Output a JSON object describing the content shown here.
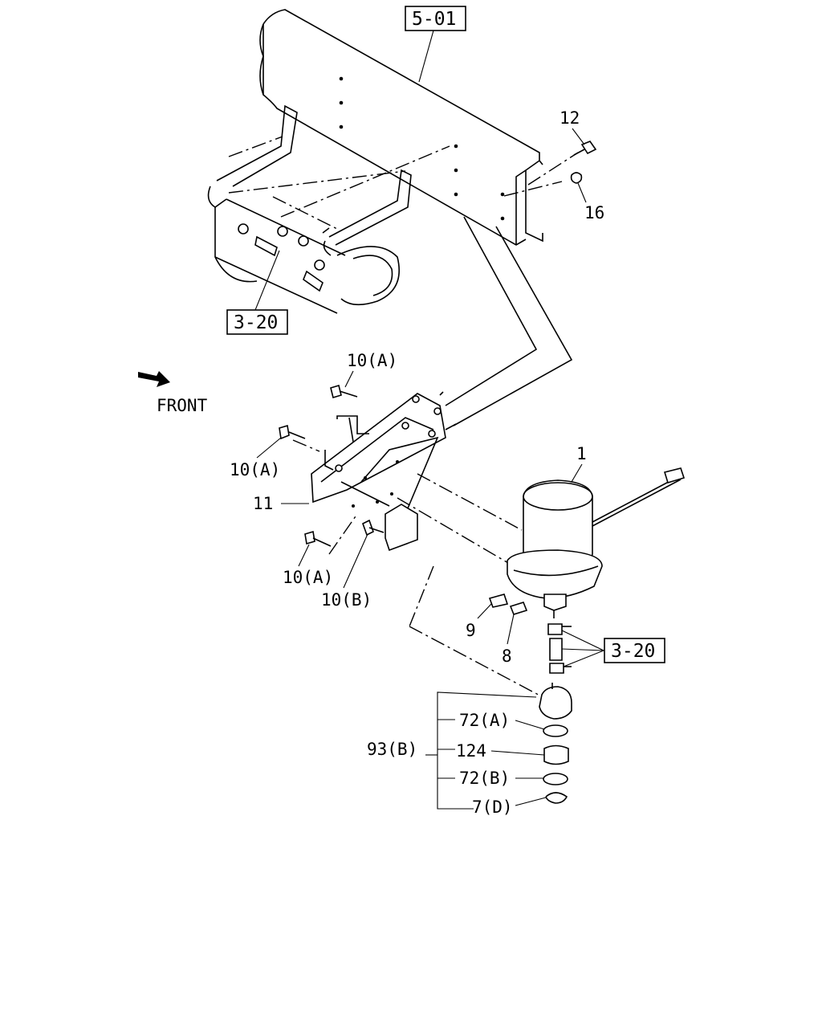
{
  "diagram": {
    "refs": {
      "frame": "5-01",
      "tank": "3-20",
      "pipes": "3-20"
    },
    "front_label": "FRONT",
    "parts": {
      "p1": "1",
      "p7d": "7(D)",
      "p8": "8",
      "p9": "9",
      "p10a_top": "10(A)",
      "p10a_left": "10(A)",
      "p10a_bottom": "10(A)",
      "p10b": "10(B)",
      "p11": "11",
      "p12": "12",
      "p16": "16",
      "p72a": "72(A)",
      "p72b": "72(B)",
      "p93b": "93(B)",
      "p124": "124"
    },
    "icons": [
      "front-arrow-icon"
    ]
  }
}
